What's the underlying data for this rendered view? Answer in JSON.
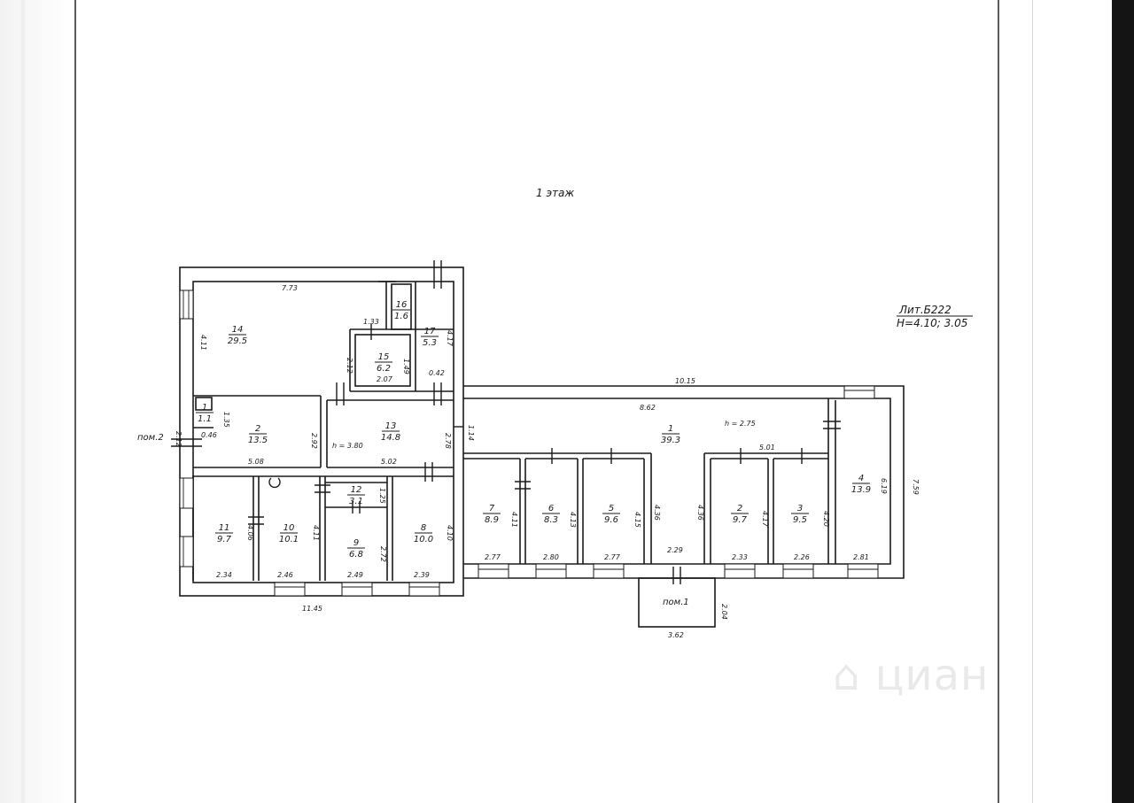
{
  "floor_label": "1 этаж",
  "lit_label": "Лит.Б222",
  "height_label": "Н=4.10; 3.05",
  "annex_left": "пом.2",
  "annex_right": "пом.1",
  "rooms": [
    {
      "id": "r14",
      "num": "14",
      "area": "29.5"
    },
    {
      "id": "r16",
      "num": "16",
      "area": "1.6"
    },
    {
      "id": "r15",
      "num": "15",
      "area": "6.2"
    },
    {
      "id": "r17",
      "num": "17",
      "area": "5.3"
    },
    {
      "id": "r1a",
      "num": "1",
      "area": "1.1"
    },
    {
      "id": "r2a",
      "num": "2",
      "area": "13.5"
    },
    {
      "id": "r13",
      "num": "13",
      "area": "14.8"
    },
    {
      "id": "r11",
      "num": "11",
      "area": "9.7"
    },
    {
      "id": "r10",
      "num": "10",
      "area": "10.1"
    },
    {
      "id": "r12",
      "num": "12",
      "area": "3.1"
    },
    {
      "id": "r9",
      "num": "9",
      "area": "6.8"
    },
    {
      "id": "r8",
      "num": "8",
      "area": "10.0"
    },
    {
      "id": "r1b",
      "num": "1",
      "area": "39.3"
    },
    {
      "id": "r7",
      "num": "7",
      "area": "8.9"
    },
    {
      "id": "r6",
      "num": "6",
      "area": "8.3"
    },
    {
      "id": "r5",
      "num": "5",
      "area": "9.6"
    },
    {
      "id": "r2b",
      "num": "2",
      "area": "9.7"
    },
    {
      "id": "r3",
      "num": "3",
      "area": "9.5"
    },
    {
      "id": "r4",
      "num": "4",
      "area": "13.9"
    }
  ],
  "dims": {
    "d_top_left": "7.73",
    "d_411_left": "4.11",
    "d_133": "1.33",
    "d_212": "2.12",
    "d_149": "1.49",
    "d_207": "2.07",
    "d_417": "4.17",
    "d_042": "0.42",
    "d_1015": "10.15",
    "d_862": "8.62",
    "d_h275": "h = 2.75",
    "d_501": "5.01",
    "d_759": "7.59",
    "d_619": "6.19",
    "d_212_left": "2.12",
    "d_135": "1.35",
    "d_046": "0.46",
    "d_292": "2.92",
    "d_508": "5.08",
    "d_h380": "h = 3.80",
    "d_502": "5.02",
    "d_278": "2.78",
    "d_114": "1.14",
    "d_406": "4.06",
    "d_411_b": "4.11",
    "d_125": "1.25",
    "d_272": "2.72",
    "d_410": "4.10",
    "d_411_c": "4.11",
    "d_413": "4.13",
    "d_415": "4.15",
    "d_436a": "4.36",
    "d_436b": "4.36",
    "d_417b": "4.17",
    "d_420": "4.20",
    "d_234": "2.34",
    "d_246": "2.46",
    "d_249": "2.49",
    "d_239": "2.39",
    "d_277": "2.77",
    "d_280": "2.80",
    "d_277b": "2.77",
    "d_229": "2.29",
    "d_233": "2.33",
    "d_226": "2.26",
    "d_281": "2.81",
    "d_1145": "11.45",
    "d_204": "2.04",
    "d_362": "3.62"
  }
}
